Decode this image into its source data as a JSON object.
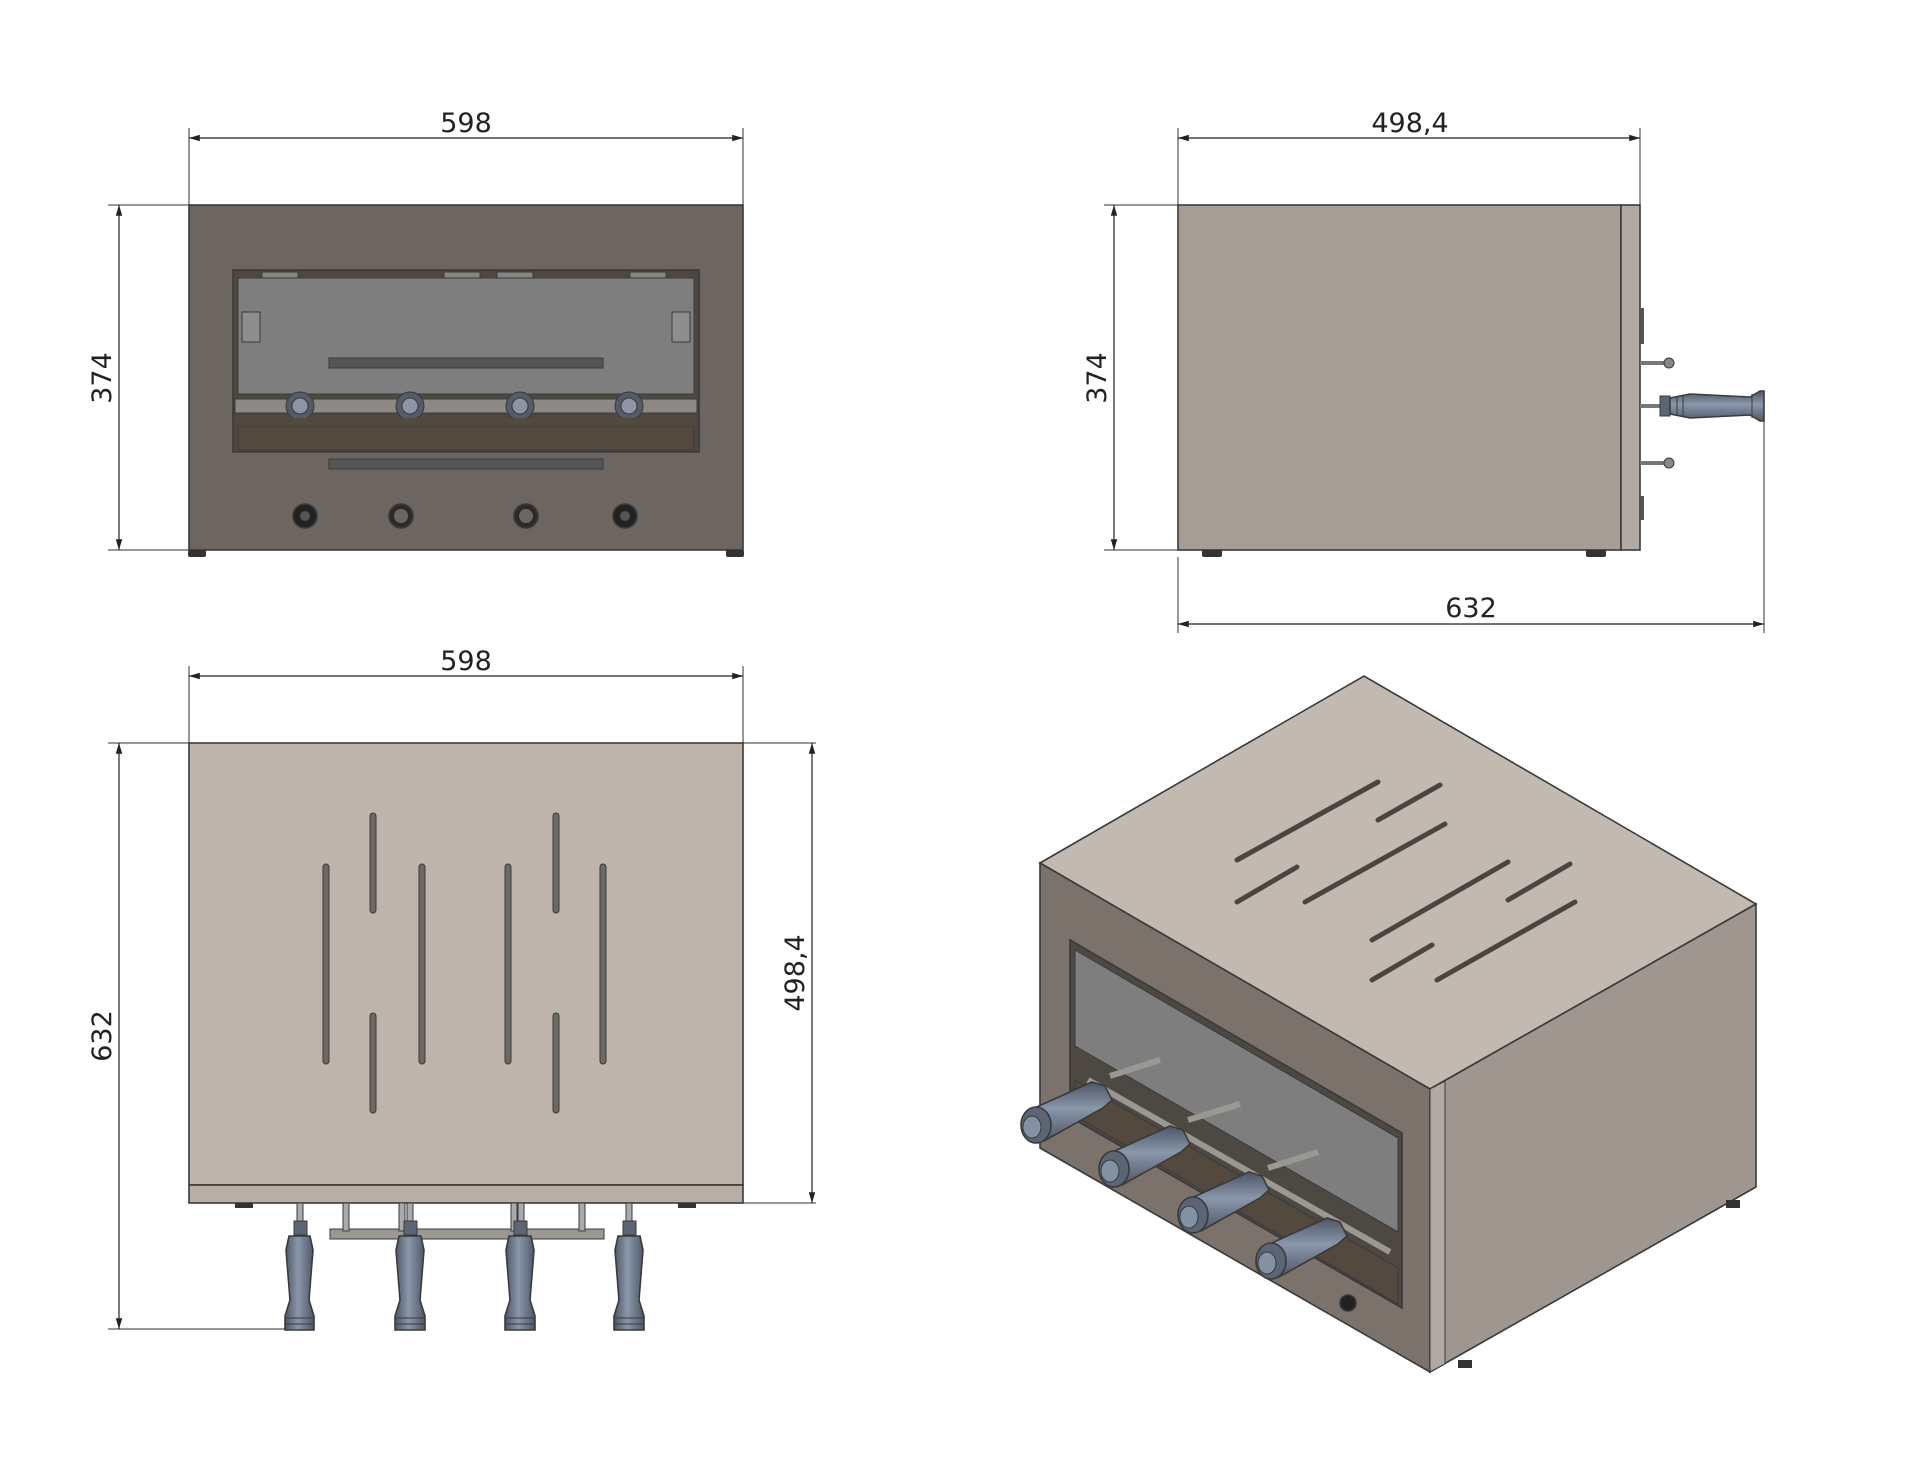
{
  "views": {
    "front": {
      "width_label": "598",
      "height_label": "374",
      "knob_count": 4
    },
    "side": {
      "width_label": "498,4",
      "height_label": "374",
      "overall_depth_label": "632"
    },
    "top": {
      "width_label": "598",
      "depth_label": "632",
      "body_depth_label": "498,4",
      "handle_count": 4
    },
    "isometric": {}
  },
  "colors": {
    "front_panel": "#6d6560",
    "glass": "#7e7e7e",
    "lower_window": "#53493f",
    "top_surface": "#beb4ac",
    "side_surface": "#a59e96",
    "iso_right": "#9f9690",
    "handle_blue": "#6f7c90",
    "dimension_line": "#222222"
  }
}
